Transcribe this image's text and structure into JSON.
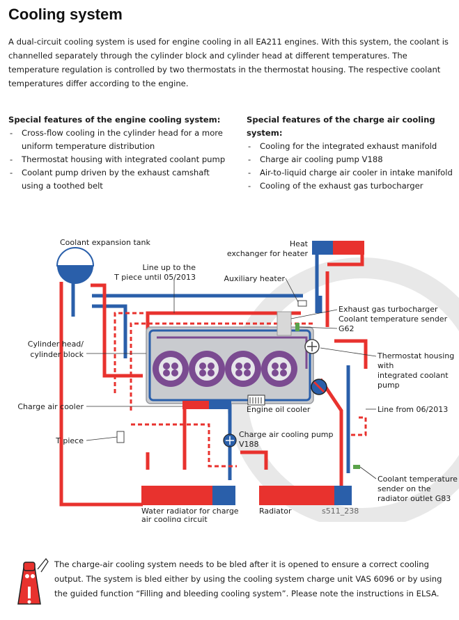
{
  "title": "Cooling system",
  "intro": "A dual-circuit cooling system is used for engine cooling in all EA211 engines. With this system, the coolant is channelled separately through the cylinder block and cylinder head at different temperatures. The temperature regulation is controlled by two thermostats in the thermostat housing. The respective coolant temperatures differ according to the engine.",
  "engine_features": {
    "heading": "Special features of the engine cooling system:",
    "items": [
      "Cross-flow cooling in the cylinder head for a more uniform temperature distribution",
      "Thermostat housing with integrated coolant pump",
      "Coolant pump driven by the exhaust camshaft using a toothed belt"
    ]
  },
  "charge_features": {
    "heading": "Special features of the charge air cooling system:",
    "items": [
      "Cooling for the integrated exhaust manifold",
      "Charge air cooling pump V188",
      "Air-to-liquid charge air cooler in intake manifold",
      "Cooling of the exhaust gas turbocharger"
    ]
  },
  "diagram": {
    "labels": {
      "expansion_tank": "Coolant expansion tank",
      "heat_exchanger_1": "Heat",
      "heat_exchanger_2": "exchanger for heater",
      "line_2013_1": "Line up to the",
      "line_2013_2": "T piece until 05/2013",
      "aux_heater": "Auxiliary heater",
      "turbo": "Exhaust gas turbocharger",
      "temp_sender_1": "Coolant temperature sender",
      "temp_sender_2": "G62",
      "cyl_head_1": "Cylinder head/",
      "cyl_head_2": "cylinder block",
      "thermostat_1": "Thermostat housing",
      "thermostat_2": "with",
      "thermostat_3": "integrated coolant",
      "thermostat_4": "pump",
      "oil_cooler": "Engine oil cooler",
      "charge_cooler": "Charge air cooler",
      "line_from_2013": "Line from 06/2013",
      "pump_1": "Charge air cooling pump",
      "pump_2": "V188",
      "t_piece": "T piece",
      "sender_g83_1": "Coolant temperature",
      "sender_g83_2": "sender on the",
      "sender_g83_3": "radiator outlet G83",
      "water_rad_1": "Water radiator for charge",
      "water_rad_2": "air cooling circuit",
      "radiator": "Radiator",
      "figure_code": "s511_238"
    }
  },
  "note": "The charge-air cooling system needs to be bled after it is opened to ensure a correct cooling output. The system is bled either by using the cooling system charge unit VAS 6096 or by using the guided function “Filling and bleeding cooling system”. Please note the instructions in ELSA.",
  "colors": {
    "hot": "#e8322e",
    "cold": "#2a5faa",
    "engine_gray": "#c9cbcf",
    "head_purple": "#7b4b91"
  }
}
